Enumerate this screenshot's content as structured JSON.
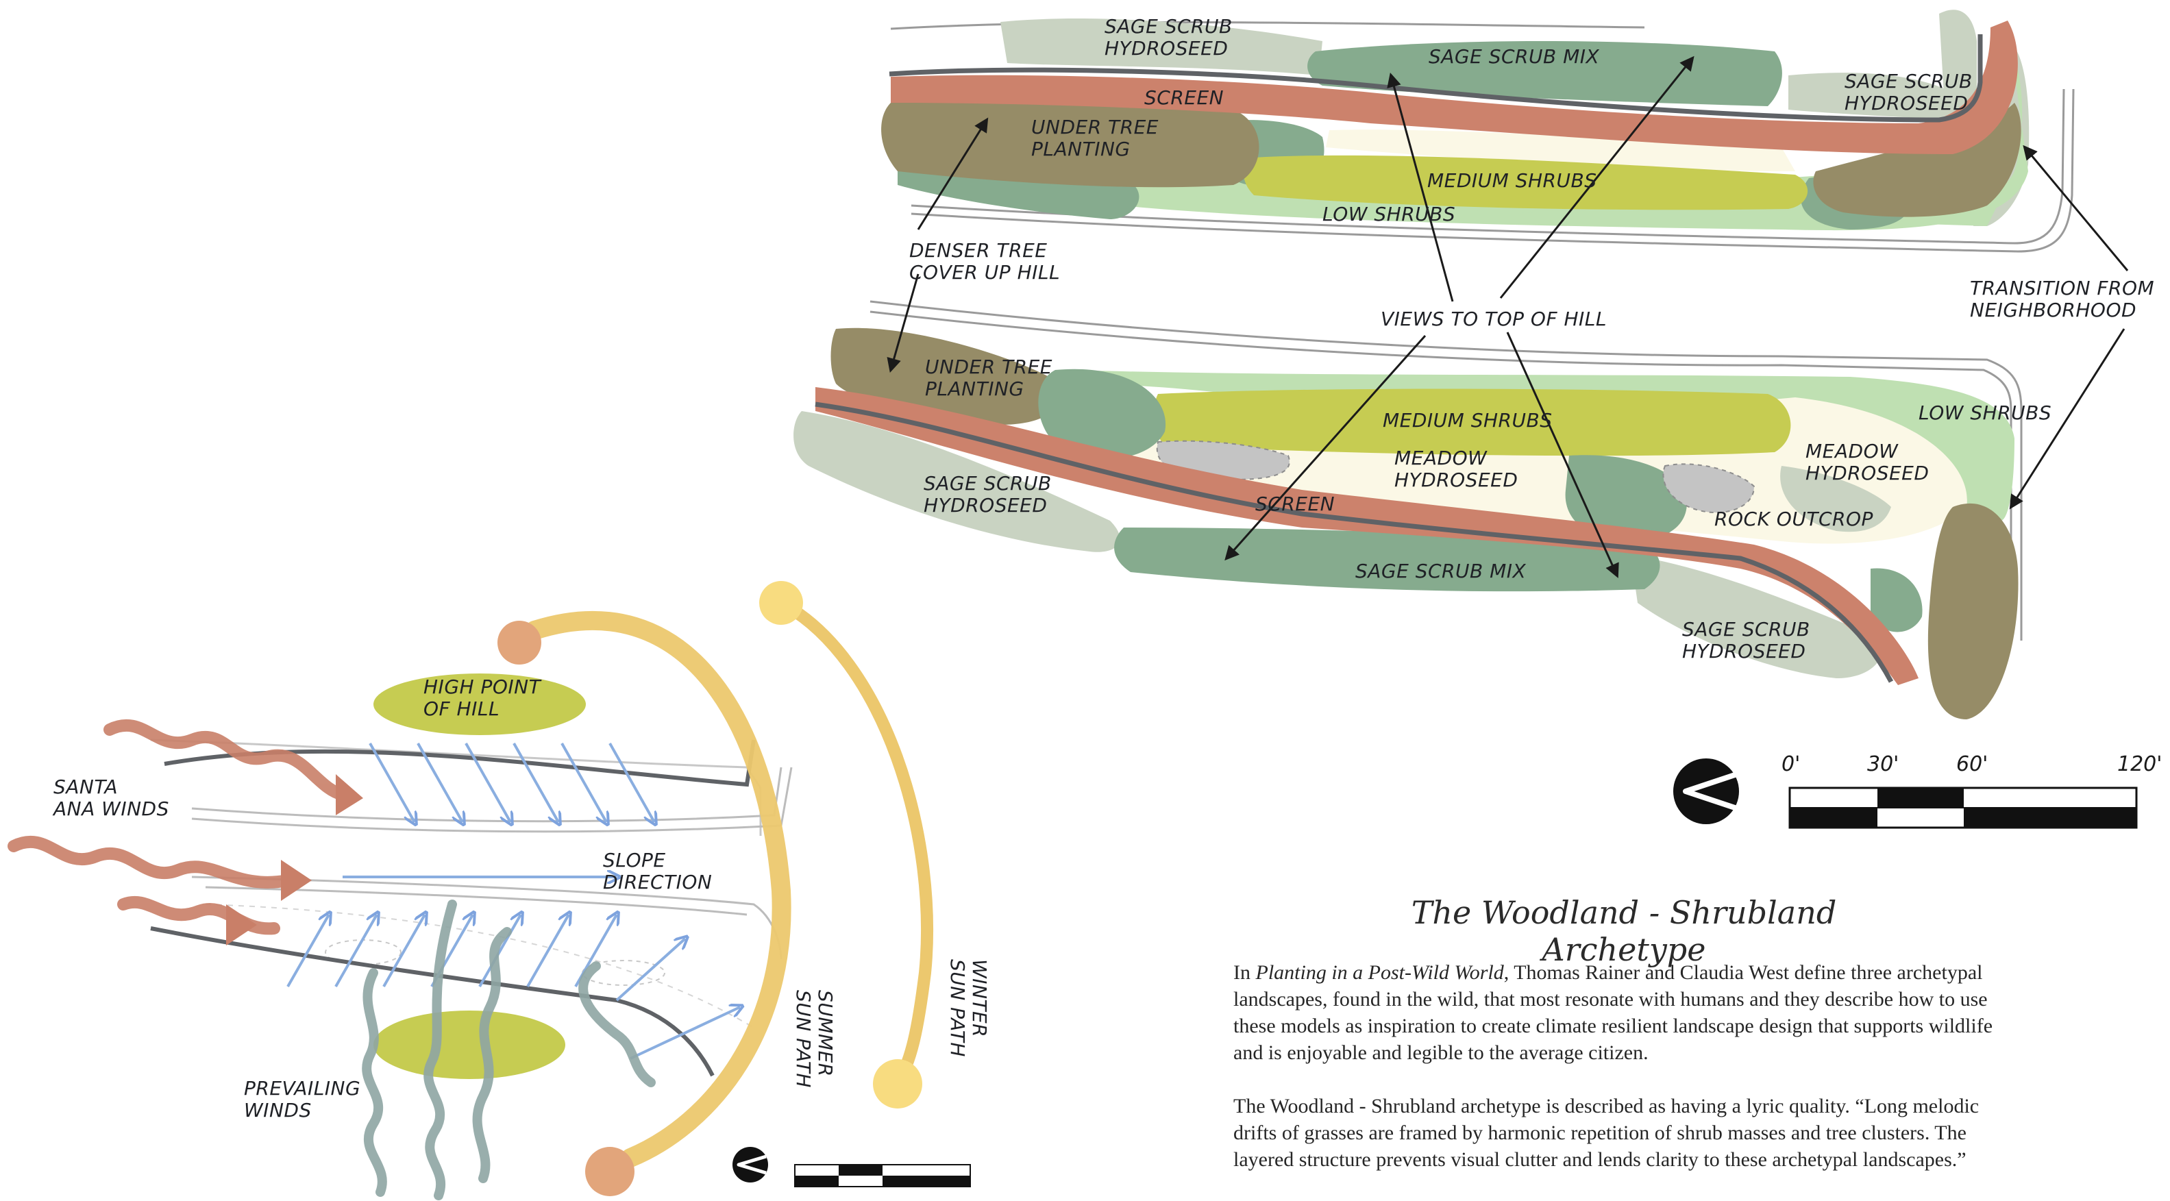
{
  "plan": {
    "upper_labels": {
      "sage_scrub_hydroseed_top": [
        "SAGE SCRUB",
        "HYDROSEED"
      ],
      "sage_scrub_mix": "SAGE SCRUB MIX",
      "sage_scrub_hydroseed_right": [
        "SAGE SCRUB",
        "HYDROSEED"
      ],
      "screen": "SCREEN",
      "under_tree_planting": [
        "UNDER TREE",
        "PLANTING"
      ],
      "medium_shrubs": "MEDIUM SHRUBS",
      "low_shrubs": "LOW SHRUBS"
    },
    "callouts": {
      "denser_tree": [
        "DENSER TREE",
        "COVER UP HILL"
      ],
      "views": "VIEWS TO TOP OF HILL",
      "transition": [
        "TRANSITION FROM",
        "NEIGHBORHOOD"
      ]
    },
    "lower_labels": {
      "under_tree_planting": [
        "UNDER TREE",
        "PLANTING"
      ],
      "medium_shrubs": "MEDIUM SHRUBS",
      "low_shrubs": "LOW SHRUBS",
      "meadow_hydroseed_left": [
        "MEADOW",
        "HYDROSEED"
      ],
      "meadow_hydroseed_right": [
        "MEADOW",
        "HYDROSEED"
      ],
      "sage_scrub_hydroseed_left": [
        "SAGE SCRUB",
        "HYDROSEED"
      ],
      "screen": "SCREEN",
      "rock_outcrop": "ROCK OUTCROP",
      "sage_scrub_mix": "SAGE SCRUB MIX",
      "sage_scrub_hydroseed_bottom": [
        "SAGE SCRUB",
        "HYDROSEED"
      ]
    },
    "scale_bar": {
      "ticks": [
        "0'",
        "30'",
        "60'",
        "120'"
      ]
    }
  },
  "site_analysis": {
    "high_point": [
      "HIGH POINT",
      "OF HILL"
    ],
    "santa_ana": [
      "SANTA",
      "ANA WINDS"
    ],
    "slope_direction": [
      "SLOPE",
      "DIRECTION"
    ],
    "prevailing": [
      "PREVAILING",
      "WINDS"
    ],
    "summer_sun": [
      "SUMMER",
      "SUN PATH"
    ],
    "winter_sun": [
      "WINTER",
      "SUN PATH"
    ]
  },
  "text": {
    "title": "The Woodland - Shrubland Archetype",
    "p1_pre": "In ",
    "p1_book": "Planting in a Post-Wild World",
    "p1_post": ", Thomas Rainer and Claudia West define three archetypal landscapes, found in the wild, that most resonate with humans and they describe how to use these models as inspiration to create climate resilient landscape design that supports wildlife and is enjoyable and legible to the average citizen.",
    "p2": "The Woodland - Shrubland archetype is described as having a lyric quality. “Long melodic drifts of grasses are framed by harmonic repetition of shrub masses and tree clusters. The layered structure prevents visual clutter and lends clarity to these archetypal landscapes.”"
  },
  "colors": {
    "sage_hydroseed": "#c9d3c2",
    "sage_mix": "#86ab8e",
    "screen": "#cc826c",
    "under_tree": "#968c67",
    "medium_shrubs": "#c6cc52",
    "low_shrubs": "#bfe0b2",
    "meadow": "#fbf8e6",
    "rock": "#c4c4c4",
    "wind_red": "#c97f68",
    "slope_blue": "#8aaee0",
    "wind_gray": "#8fa6a4",
    "sun_yellow": "#ecc86e",
    "sun_orange": "#e2a57b",
    "winter_yellow": "#f8dc80"
  }
}
